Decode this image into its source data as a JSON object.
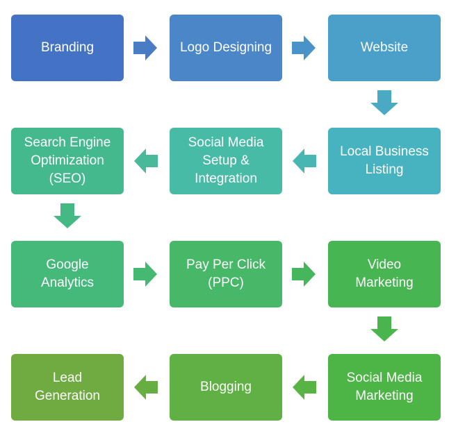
{
  "steps": [
    {
      "lines": [
        "Branding"
      ],
      "color": "#4472c4"
    },
    {
      "lines": [
        "Logo Designing"
      ],
      "color": "#4a86c8"
    },
    {
      "lines": [
        "Website"
      ],
      "color": "#4aa0c9"
    },
    {
      "lines": [
        "Local Business",
        "Listing"
      ],
      "color": "#48b3c0"
    },
    {
      "lines": [
        "Social Media",
        "Setup &",
        "Integration"
      ],
      "color": "#48bba7"
    },
    {
      "lines": [
        "Search Engine",
        "Optimization",
        "(SEO)"
      ],
      "color": "#44b98e"
    },
    {
      "lines": [
        "Google",
        "Analytics"
      ],
      "color": "#44b97a"
    },
    {
      "lines": [
        "Pay Per Click",
        "(PPC)"
      ],
      "color": "#46b868"
    },
    {
      "lines": [
        "Video",
        "Marketing"
      ],
      "color": "#46b552"
    },
    {
      "lines": [
        "Social Media",
        "Marketing"
      ],
      "color": "#4db446"
    },
    {
      "lines": [
        "Blogging"
      ],
      "color": "#5fb143"
    },
    {
      "lines": [
        "Lead",
        "Generation"
      ],
      "color": "#6fab41"
    }
  ],
  "arrows": [
    {
      "direction": "right",
      "color": "#4a7cc6"
    },
    {
      "direction": "right",
      "color": "#4a93c9"
    },
    {
      "direction": "down",
      "color": "#4aaac4"
    },
    {
      "direction": "left",
      "color": "#48b7b3"
    },
    {
      "direction": "left",
      "color": "#48ba9a"
    },
    {
      "direction": "down",
      "color": "#44b984"
    },
    {
      "direction": "right",
      "color": "#45b971"
    },
    {
      "direction": "right",
      "color": "#46b65d"
    },
    {
      "direction": "down",
      "color": "#4ab54c"
    },
    {
      "direction": "left",
      "color": "#56b344"
    },
    {
      "direction": "left",
      "color": "#67ae42"
    }
  ]
}
